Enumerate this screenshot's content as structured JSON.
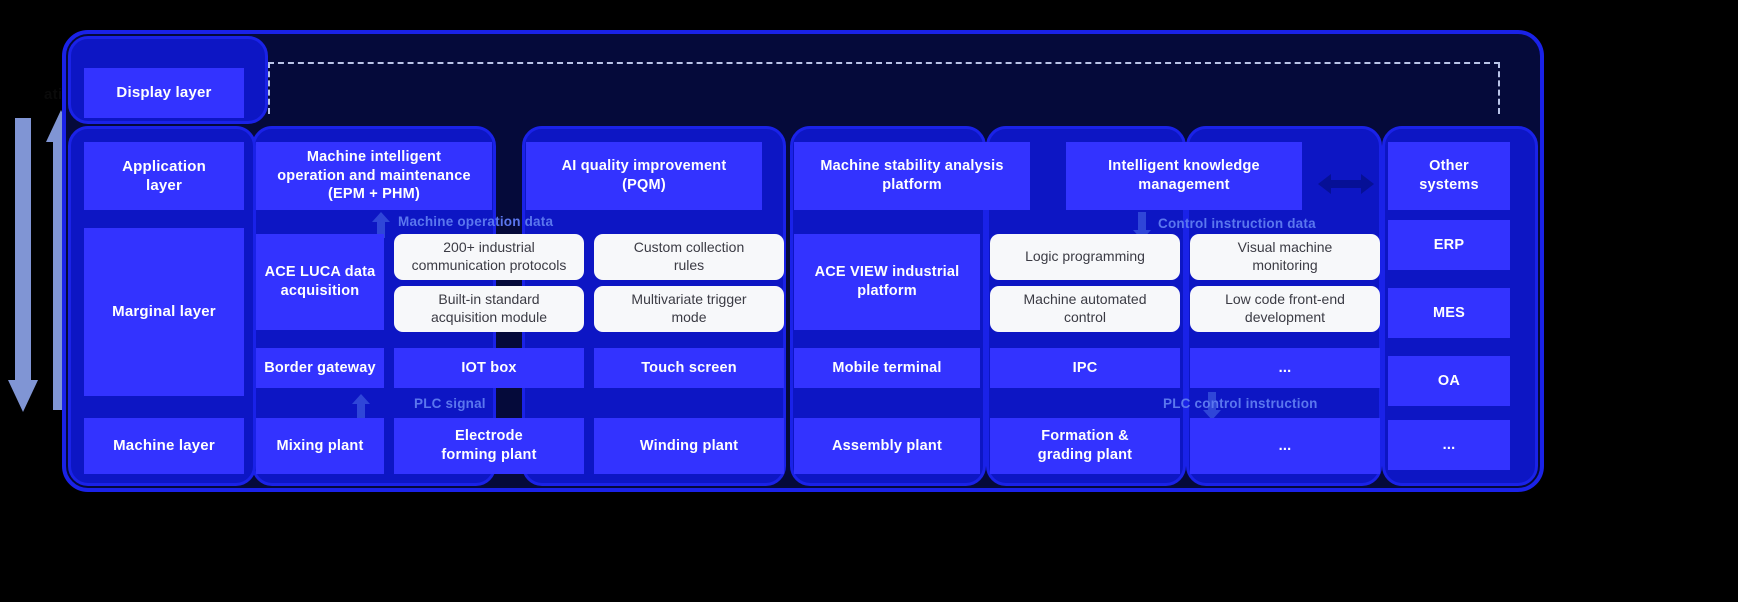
{
  "diagram": {
    "edge_text": "ation",
    "layers": [
      {
        "id": "display",
        "label": "Display layer"
      },
      {
        "id": "application",
        "label": "Application\nlayer"
      },
      {
        "id": "marginal",
        "label": "Marginal layer"
      },
      {
        "id": "machine",
        "label": "Machine layer"
      }
    ],
    "application_row": [
      "Machine intelligent\noperation and maintenance\n(EPM + PHM)",
      "AI quality improvement\n(PQM)",
      "Machine stability analysis\nplatform",
      "Intelligent knowledge\nmanagement"
    ],
    "flow_labels": {
      "machine_operation_data": "Machine operation data",
      "control_instruction_data": "Control instruction data",
      "plc_signal": "PLC signal",
      "plc_control_instruction": "PLC control instruction"
    },
    "marginal_platforms": [
      "ACE LUCA data\nacquisition",
      "ACE VIEW industrial\nplatform"
    ],
    "marginal_features_left": [
      "200+ industrial\ncommunication protocols",
      "Custom collection\nrules",
      "Built-in standard\nacquisition module",
      "Multivariate trigger\nmode"
    ],
    "marginal_features_right": [
      "Logic programming",
      "Visual machine\nmonitoring",
      "Machine automated\ncontrol",
      "Low code front-end\ndevelopment"
    ],
    "device_row": [
      "Border gateway",
      "IOT box",
      "Touch screen",
      "Mobile terminal",
      "IPC",
      "..."
    ],
    "machine_row": [
      "Mixing plant",
      "Electrode\nforming plant",
      "Winding plant",
      "Assembly plant",
      "Formation &\ngrading plant",
      "..."
    ],
    "external_systems": [
      "Other\nsystems",
      "ERP",
      "MES",
      "OA",
      "..."
    ],
    "colors": {
      "background": "#000000",
      "node_fill": "#3333ff",
      "capsule_border": "#1a22e8",
      "capsule_fill": "#050a3a",
      "white_node": "#f7f8fa",
      "flow_text": "#5b77ee",
      "arrow": "#8095d4"
    }
  }
}
